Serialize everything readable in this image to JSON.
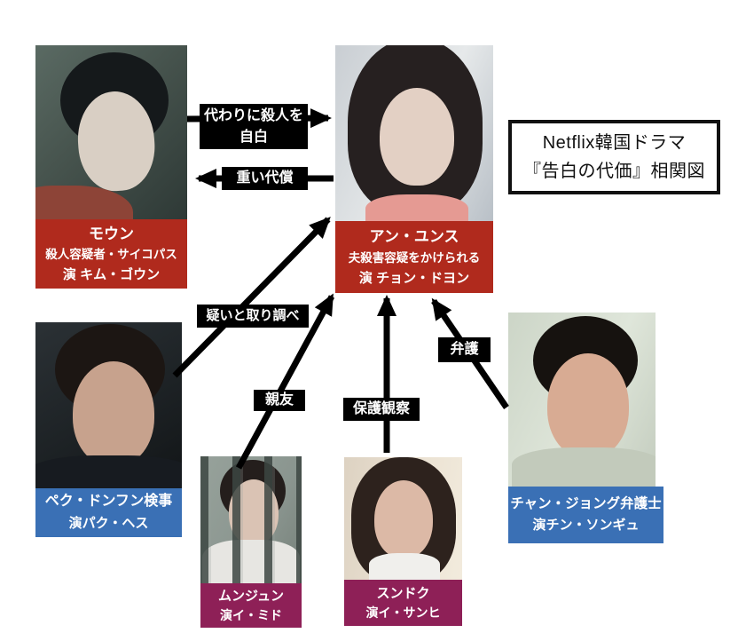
{
  "title": {
    "line1": "Netflix韓国ドラマ",
    "line2": "『告白の代価』相関図"
  },
  "characters": {
    "moeun": {
      "name": "モウン",
      "desc": "殺人容疑者・サイコパス",
      "actor": "演 キム・ゴウン"
    },
    "yunsu": {
      "name": "アン・ユンス",
      "desc": "夫殺害容疑をかけられる",
      "actor": "演 チョン・ドヨン"
    },
    "baek": {
      "name": "ペク・ドンフン検事",
      "actor": "演パク・ヘス"
    },
    "munjun": {
      "name": "ムンジュン",
      "actor": "演イ・ミド"
    },
    "sundeok": {
      "name": "スンドク",
      "actor": "演イ・サンヒ"
    },
    "jang": {
      "name": "チャン・ジョング弁護士",
      "actor": "演チン・ソンギュ"
    }
  },
  "relations": {
    "confess": {
      "line1": "代わりに殺人を",
      "line2": "自白"
    },
    "price": {
      "label": "重い代償"
    },
    "suspicion": {
      "label": "疑いと取り調べ"
    },
    "bestfriend": {
      "label": "親友"
    },
    "probation": {
      "label": "保護観察"
    },
    "defense": {
      "label": "弁護"
    }
  },
  "colors": {
    "red_label": "#b02a1d",
    "blue_label": "#3a70b5",
    "purple_label": "#8e2057",
    "relation_box": "#000000",
    "arrow": "#000000"
  }
}
